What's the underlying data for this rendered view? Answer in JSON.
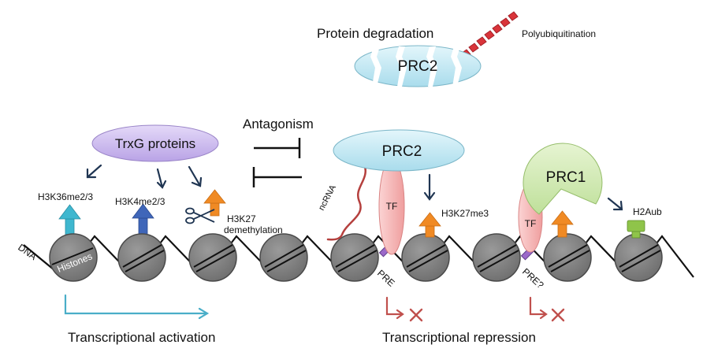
{
  "labels": {
    "protein_degradation": "Protein degradation",
    "polyubiquitination": "Polyubiquitination",
    "antagonism": "Antagonism",
    "trxg": "TrxG proteins",
    "prc2": "PRC2",
    "prc1": "PRC1",
    "h3k36": "H3K36me2/3",
    "h3k4": "H3K4me2/3",
    "h3k27_demeth_1": "H3K27",
    "h3k27_demeth_2": "demethylation",
    "h3k27me3": "H3K27me3",
    "h2aub": "H2Aub",
    "ncrna": "ncRNA",
    "tf": "TF",
    "dna": "DNA",
    "histones": "Histones",
    "pre": "PRE",
    "pre_q": "PRE?",
    "activation": "Transcriptional activation",
    "repression": "Transcriptional repression"
  },
  "colors": {
    "trxg_fill": "#c9b6ee",
    "prc2_fill": "#bfe6f2",
    "prc1_fill": "#d4ecb4",
    "tf_fill": "#f6b3b3",
    "histone_fill": "#7f7f7f",
    "arrow_teal": "#3fb7cf",
    "arrow_blue": "#3f66b9",
    "arrow_orange": "#f08a24",
    "h2aub_green": "#8fc44a",
    "ubiquitin_red": "#d9343a",
    "ncrna_red": "#b5403e",
    "pre_purple": "#9b69c9",
    "activation_line": "#4aaec8",
    "repression_red": "#c0504d",
    "dark_arrow": "#1f3552"
  }
}
